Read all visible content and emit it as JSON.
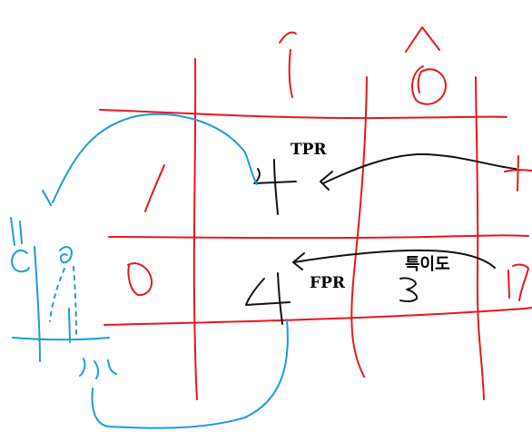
{
  "labels": {
    "tpr": "TPR",
    "fpr": "FPR",
    "specificity": "특이도"
  },
  "colors": {
    "grid": "#e8171c",
    "doodle": "#1c9bdb",
    "ink": "#111111",
    "background": "#ffffff"
  }
}
